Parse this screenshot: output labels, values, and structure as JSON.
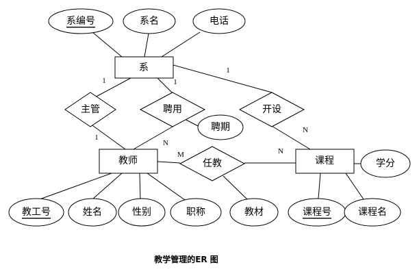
{
  "entities": {
    "department": "系",
    "teacher": "教师",
    "course": "课程"
  },
  "relationships": {
    "manages": "主管",
    "hires": "聘用",
    "offers": "开设",
    "teaches": "任教"
  },
  "attributes": {
    "dept_no": "系编号",
    "dept_name": "系名",
    "dept_phone": "电话",
    "hire_period": "聘期",
    "staff_no": "教工号",
    "teacher_name": "姓名",
    "teacher_gender": "性别",
    "teacher_title": "职称",
    "textbook": "教材",
    "course_no": "课程号",
    "course_name": "课程名",
    "credits": "学分"
  },
  "cardinalities": {
    "dept_manages": "1",
    "teacher_manages": "1",
    "dept_hires": "1",
    "teacher_hires": "N",
    "dept_offers": "1",
    "course_offers": "N",
    "teacher_teaches": "M",
    "course_teaches": "N"
  },
  "caption": "教学管理的ER 图"
}
